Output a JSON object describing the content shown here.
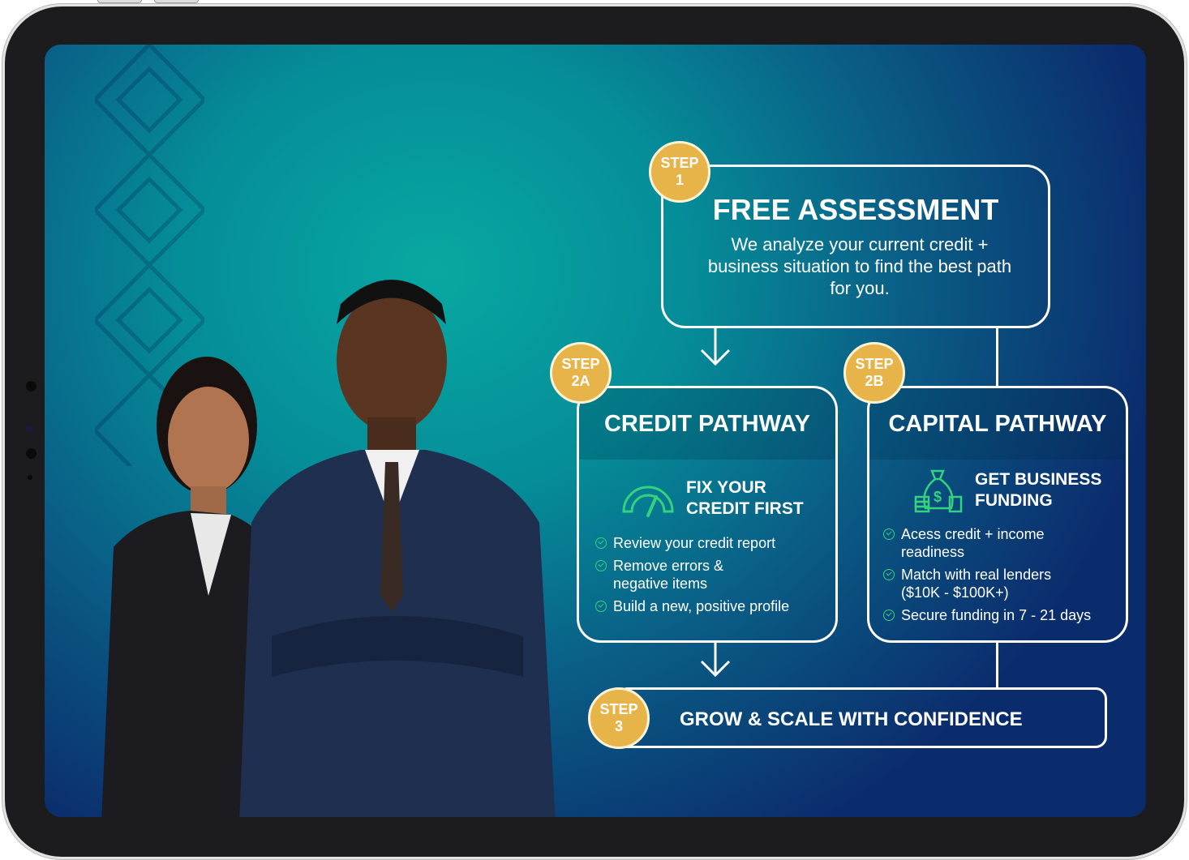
{
  "step1": {
    "badge": [
      "STEP",
      "1"
    ],
    "title": "FREE ASSESSMENT",
    "description": "We analyze your current credit + business situation to find the best path for you."
  },
  "step2a": {
    "badge": [
      "STEP",
      "2A"
    ],
    "title": "CREDIT PATHWAY",
    "icon": "speedometer-icon",
    "subtitle": [
      "FIX YOUR",
      "CREDIT FIRST"
    ],
    "items": [
      "Review your credit report",
      "Remove errors & negative items",
      "Build a new, positive profile"
    ]
  },
  "step2b": {
    "badge": [
      "STEP",
      "2B"
    ],
    "title": "CAPITAL PATHWAY",
    "icon": "money-bag-icon",
    "subtitle": [
      "GET BUSINESS",
      "FUNDING"
    ],
    "items": [
      "Acess credit + income readiness",
      "Match with real lenders ($10K - $100K+)",
      "Secure funding in 7 - 21 days"
    ]
  },
  "step3": {
    "badge": [
      "STEP",
      "3"
    ],
    "title": "GROW & SCALE WITH CONFIDENCE"
  },
  "colors": {
    "badge": "#e7b44a",
    "check": "#34d27e",
    "teal": "#08a8a2",
    "navy": "#0b2c6c"
  }
}
